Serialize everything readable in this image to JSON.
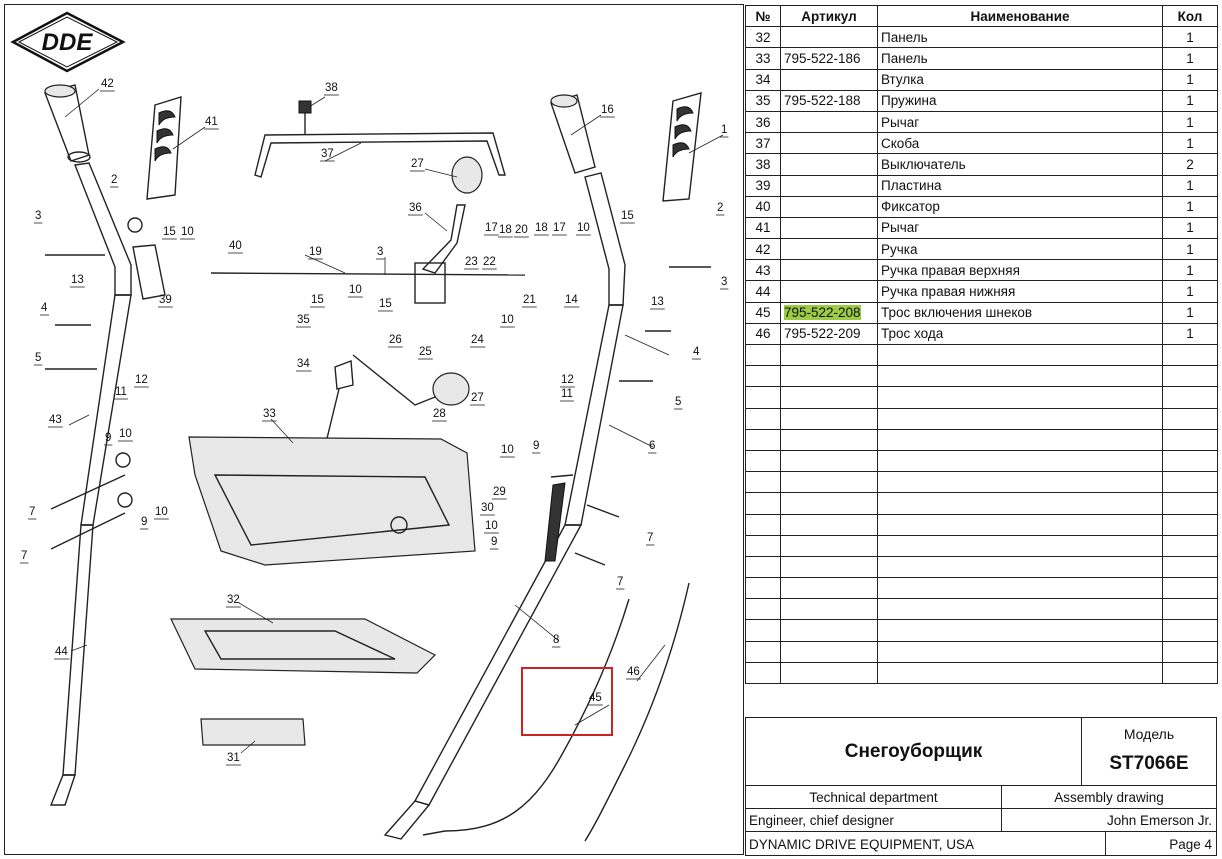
{
  "logo": {
    "text": "DDE"
  },
  "table": {
    "headers": [
      "№",
      "Артикул",
      "Наименование",
      "Кол"
    ],
    "rows": [
      {
        "num": "32",
        "sku": "",
        "name": "Панель",
        "qty": "1",
        "highlight": false
      },
      {
        "num": "33",
        "sku": "795-522-186",
        "name": "Панель",
        "qty": "1",
        "highlight": false
      },
      {
        "num": "34",
        "sku": "",
        "name": "Втулка",
        "qty": "1",
        "highlight": false
      },
      {
        "num": "35",
        "sku": "795-522-188",
        "name": "Пружина",
        "qty": "1",
        "highlight": false
      },
      {
        "num": "36",
        "sku": "",
        "name": "Рычаг",
        "qty": "1",
        "highlight": false
      },
      {
        "num": "37",
        "sku": "",
        "name": "Скоба",
        "qty": "1",
        "highlight": false
      },
      {
        "num": "38",
        "sku": "",
        "name": "Выключатель",
        "qty": "2",
        "highlight": false
      },
      {
        "num": "39",
        "sku": "",
        "name": "Пластина",
        "qty": "1",
        "highlight": false
      },
      {
        "num": "40",
        "sku": "",
        "name": "Фиксатор",
        "qty": "1",
        "highlight": false
      },
      {
        "num": "41",
        "sku": "",
        "name": "Рычаг",
        "qty": "1",
        "highlight": false
      },
      {
        "num": "42",
        "sku": "",
        "name": "Ручка",
        "qty": "1",
        "highlight": false
      },
      {
        "num": "43",
        "sku": "",
        "name": "Ручка правая верхняя",
        "qty": "1",
        "highlight": false
      },
      {
        "num": "44",
        "sku": "",
        "name": "Ручка правая нижняя",
        "qty": "1",
        "highlight": false
      },
      {
        "num": "45",
        "sku": "795-522-208",
        "name": "Трос включения шнеков",
        "qty": "1",
        "highlight": true
      },
      {
        "num": "46",
        "sku": "795-522-209",
        "name": "Трос хода",
        "qty": "1",
        "highlight": false
      }
    ],
    "empty_rows": 16,
    "highlight_color": "#9ccc44"
  },
  "title_block": {
    "product_name": "Снегоуборщик",
    "model_label": "Модель",
    "model": "ST7066E",
    "department": "Technical department",
    "drawing_type": "Assembly drawing",
    "role": "Engineer, chief designer",
    "person": "John Emerson Jr.",
    "company": "DYNAMIC DRIVE EQUIPMENT, USA",
    "page": "Page 4"
  },
  "drawing": {
    "highlight_box_color": "#cc2222",
    "highlighted_callout": "45",
    "callouts": [
      "42",
      "41",
      "38",
      "37",
      "27",
      "36",
      "16",
      "1",
      "2",
      "3",
      "15",
      "10",
      "40",
      "19",
      "3",
      "17",
      "18",
      "20",
      "18",
      "17",
      "10",
      "15",
      "2",
      "3",
      "13",
      "39",
      "23",
      "22",
      "21",
      "14",
      "13",
      "4",
      "15",
      "10",
      "15",
      "35",
      "26",
      "25",
      "24",
      "10",
      "4",
      "5",
      "11",
      "12",
      "34",
      "27",
      "28",
      "12",
      "11",
      "5",
      "43",
      "9",
      "10",
      "33",
      "6",
      "10",
      "9",
      "29",
      "30",
      "7",
      "9",
      "10",
      "10",
      "9",
      "7",
      "7",
      "7",
      "32",
      "8",
      "44",
      "45",
      "46",
      "31"
    ]
  }
}
